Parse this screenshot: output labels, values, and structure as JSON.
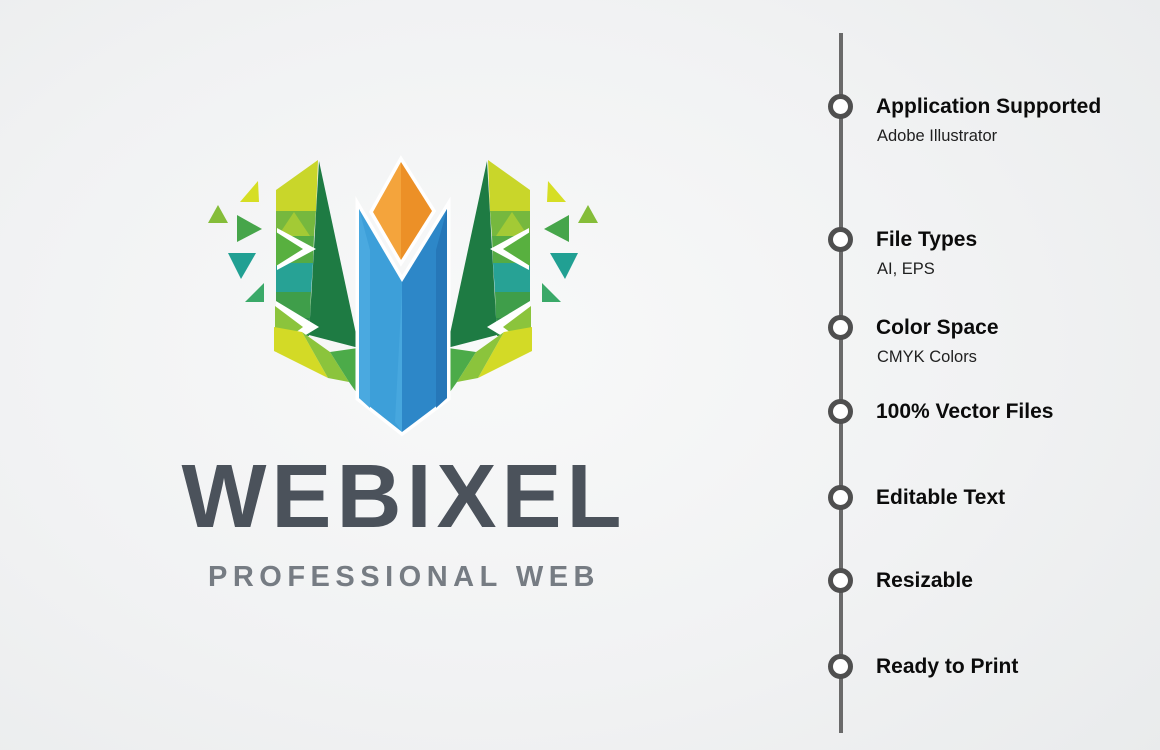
{
  "brand": {
    "name": "WEBIXEL",
    "tagline": "PROFESSIONAL WEB",
    "name_color": "#4b525b",
    "tagline_color": "#767c83"
  },
  "logo": {
    "description": "geometric-polygon-w-mark",
    "palette": {
      "yellow": "#c9d62a",
      "yellowBright": "#d6de24",
      "lime": "#76b83e",
      "limeLight": "#a3ca35",
      "limeBright": "#8bc43c",
      "green": "#54ab44",
      "green2": "#3f9e4a",
      "green3": "#2f8c49",
      "greenMid": "#4cab49",
      "chevronGreen": "#58b03f",
      "teal": "#27a295",
      "scatterTeal": "#21a093",
      "scatterEmerald": "#3aa968",
      "scatterGreen": "#46a54a",
      "scatterLime": "#85bd39",
      "darkGreen": "#1e7b43",
      "armYellow": "#d3da26",
      "blueLight": "#3d9fd9",
      "blueLighter": "#4aa9e0",
      "blueDark": "#2d87c8",
      "blueDarker": "#2677b8",
      "blueStreak": "#47a7de",
      "orangeLight": "#f4a43c",
      "orangeDark": "#ec9027",
      "gap": "#ffffff"
    }
  },
  "timeline": {
    "line_color": "#6a6a6a",
    "node_border": "#4f4f4f",
    "node_fill": "#ffffff",
    "title_color": "#0b0b0b",
    "subtitle_color": "#1f1f1f",
    "items": [
      {
        "title": "Application Supported",
        "subtitle": "Adobe Illustrator"
      },
      {
        "title": "File Types",
        "subtitle": "AI, EPS"
      },
      {
        "title": "Color Space",
        "subtitle": "CMYK Colors"
      },
      {
        "title": "100% Vector Files",
        "subtitle": ""
      },
      {
        "title": "Editable Text",
        "subtitle": ""
      },
      {
        "title": "Resizable",
        "subtitle": ""
      },
      {
        "title": "Ready to Print",
        "subtitle": ""
      }
    ]
  }
}
